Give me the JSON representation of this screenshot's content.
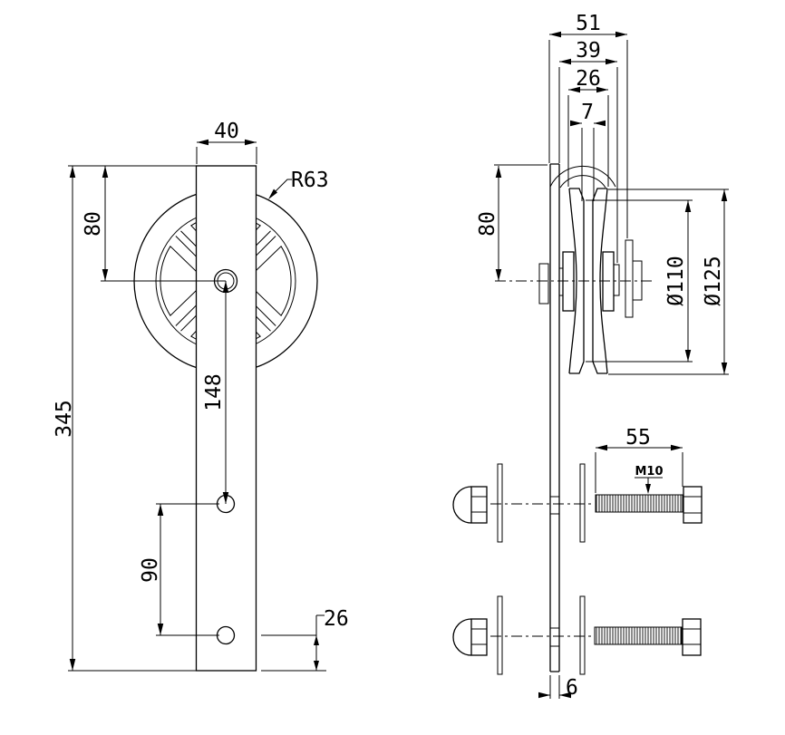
{
  "colors": {
    "background": "#ffffff",
    "line": "#000000"
  },
  "drawing": {
    "type": "technical-drawing",
    "subject": "sliding barn door hanger strap with groove wheel - front view, side section and exploded M10 bolt assemblies",
    "dimensions": {
      "front": {
        "strap_width": "40",
        "wheel_radius": "R63",
        "top_to_axle": "80",
        "strap_length": "345",
        "axle_to_hole": "148",
        "hole_spacing": "90",
        "hole_to_bottom": "26"
      },
      "side": {
        "overall_width": "51",
        "inner_width": "39",
        "wheel_width": "26",
        "groove_width": "7",
        "top_to_axle": "80",
        "groove_diameter": "Ø110",
        "wheel_diameter": "Ø125",
        "bolt_length": "55",
        "thread_spec": "M10",
        "strap_thickness": "6"
      }
    }
  }
}
